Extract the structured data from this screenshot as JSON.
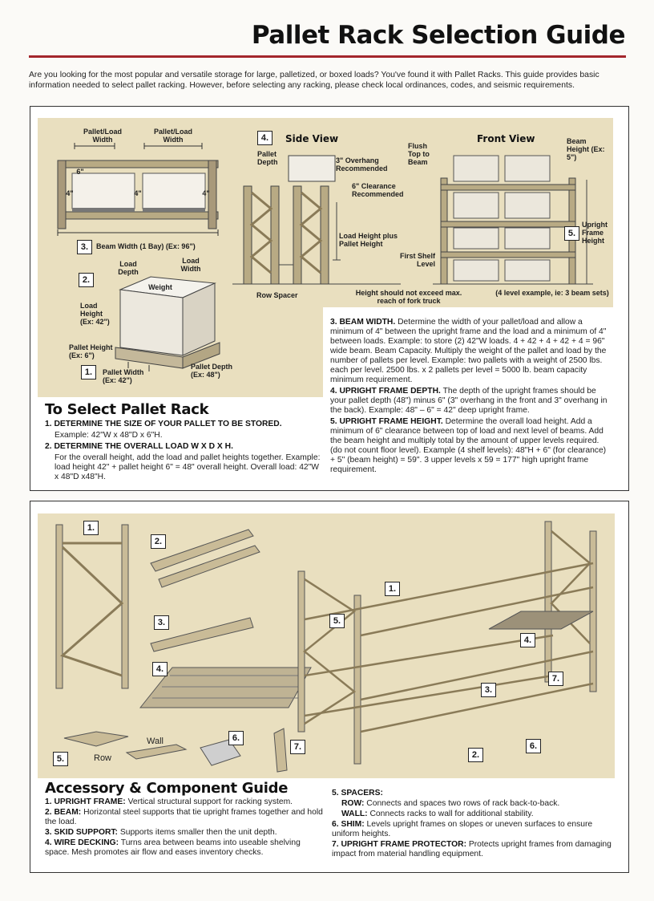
{
  "title": "Pallet Rack Selection Guide",
  "intro": "Are you looking for the most popular and versatile storage for large, palletized, or boxed loads? You've found it with Pallet Racks. This guide provides basic information needed to select pallet racking. However, before selecting any racking, please check local ordinances, codes, and seismic requirements.",
  "diagram1": {
    "pallet_load_width_a": "Pallet/Load Width",
    "pallet_load_width_b": "Pallet/Load Width",
    "six_in": "6\"",
    "four_a": "4\"",
    "four_b": "4\"",
    "four_c": "4\"",
    "num3": "3.",
    "beam_width": "Beam Width (1 Bay) (Ex: 96\")",
    "num2": "2.",
    "load_depth": "Load Depth",
    "load_width": "Load Width",
    "weight": "Weight",
    "load_height": "Load Height (Ex: 42\")",
    "pallet_height": "Pallet Height (Ex: 6\")",
    "num1": "1.",
    "pallet_width": "Pallet Width (Ex: 42\")",
    "pallet_depth": "Pallet Depth (Ex: 48\")"
  },
  "side_view": {
    "num": "4.",
    "title": "Side View",
    "pallet_depth": "Pallet Depth",
    "overhang": "3\" Overhang Recommended",
    "clearance": "6\" Clearance Recommended",
    "load_height_plus": "Load Height plus Pallet Height",
    "row_spacer": "Row Spacer",
    "height_note": "Height should not exceed max. reach of fork truck"
  },
  "front_view": {
    "title": "Front View",
    "flush": "Flush Top to Beam",
    "beam_height": "Beam Height (Ex: 5\")",
    "num": "5.",
    "upright_frame_height": "Upright Frame Height",
    "first_shelf": "First Shelf Level",
    "example": "(4 level example, ie: 3 beam sets)"
  },
  "select": {
    "title": "To Select Pallet Rack",
    "s1_head": "1. DETERMINE THE SIZE OF YOUR PALLET TO BE STORED.",
    "s1_body": "Example: 42\"W x 48\"D x 6\"H.",
    "s2_head": "2. DETERMINE THE OVERALL LOAD W X D X H.",
    "s2_body": "For the overall height, add the load and pallet heights together. Example: load height 42\" + pallet height 6\" = 48\" overall height. Overall load: 42\"W x 48\"D x48\"H.",
    "s3_head": "3. BEAM WIDTH.",
    "s3_body": "Determine the width of your pallet/load and allow a minimum of 4\" between the upright frame and the load and a minimum of 4\" between loads. Example: to store (2) 42\"W loads. 4 + 42 + 4 + 42 + 4 = 96\" wide beam. Beam Capacity. Multiply the weight of the pallet and load by the number of pallets per level. Example: two pallets with a weight of 2500 lbs. each per level. 2500 lbs. x 2 pallets per level = 5000 lb. beam capacity minimum requirement.",
    "s4_head": "4. UPRIGHT FRAME DEPTH.",
    "s4_body": "The depth of the upright frames should be your pallet depth (48\") minus 6\" (3\" overhang in the front and 3\" overhang in the back). Example: 48\" – 6\" = 42\" deep upright frame.",
    "s5_head": "5. UPRIGHT FRAME HEIGHT.",
    "s5_body": "Determine the overall load height. Add a minimum of 6\" clearance between top of load and next level of beams. Add the beam height and multiply total by the amount of upper levels required. (do not count floor level). Example (4 shelf levels): 48\"H + 6\" (for clearance) + 5\" (beam height) = 59\". 3 upper levels x 59 = 177\" high upright frame requirement."
  },
  "components": {
    "n1": "1.",
    "n2": "2.",
    "n3": "3.",
    "n4": "4.",
    "n5": "5.",
    "n6": "6.",
    "n7": "7.",
    "wall": "Wall",
    "row": "Row",
    "a1": "1.",
    "a2": "2.",
    "a3": "3.",
    "a4": "4.",
    "a5": "5.",
    "a6": "6.",
    "a7": "7."
  },
  "accessory": {
    "title": "Accessory & Component Guide",
    "i1_head": "1. UPRIGHT FRAME:",
    "i1_body": "Vertical structural support for racking system.",
    "i2_head": "2. BEAM:",
    "i2_body": "Horizontal steel supports that tie upright frames together and hold the load.",
    "i3_head": "3. SKID SUPPORT:",
    "i3_body": "Supports items smaller then the unit depth.",
    "i4_head": "4. WIRE DECKING:",
    "i4_body": "Turns area between beams into useable shelving space. Mesh promotes air flow and eases inventory checks.",
    "i5_head": "5. SPACERS:",
    "i5_row_head": "ROW:",
    "i5_row_body": "Connects and spaces two rows of rack back-to-back.",
    "i5_wall_head": "WALL:",
    "i5_wall_body": "Connects racks to wall for additional stability.",
    "i6_head": "6. SHIM:",
    "i6_body": "Levels upright frames on slopes or uneven surfaces to ensure uniform heights.",
    "i7_head": "7. UPRIGHT FRAME PROTECTOR:",
    "i7_body": "Protects upright frames from damaging impact from material handling equipment."
  },
  "colors": {
    "accent_red": "#a4262c",
    "tan": "#e9dfbf"
  }
}
